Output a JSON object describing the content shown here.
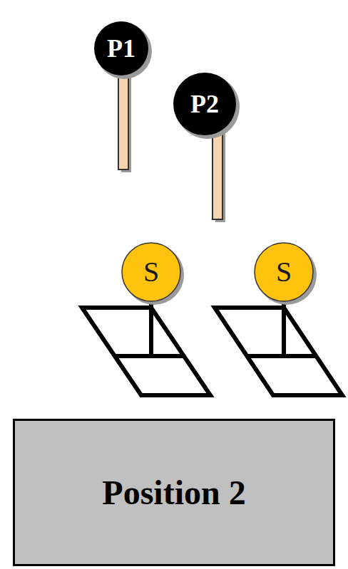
{
  "diagram": {
    "nodes": [
      {
        "text": [
          "P1"
        ]
      },
      {
        "text": [
          "P2"
        ]
      },
      {
        "text": [
          "S"
        ]
      },
      {
        "text": [
          "S"
        ]
      },
      {
        "text": [
          "Position 2"
        ]
      }
    ]
  }
}
